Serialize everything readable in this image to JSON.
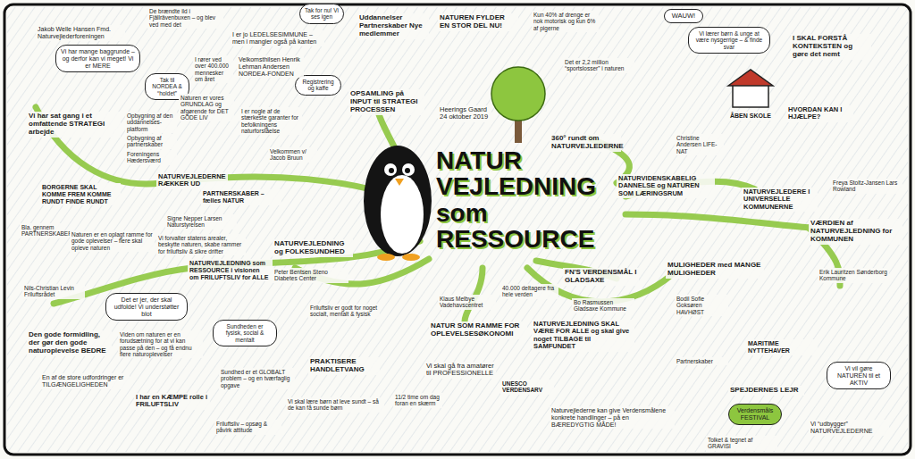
{
  "diagram": {
    "title": "NATUR VEJLEDNING som RESSOURCE",
    "nodes": [
      {
        "text": [
          "Vi har mange baggrunde – og derfor kan vi meget! Vi er MERE"
        ]
      },
      {
        "text": [
          "Tak til NORDEA & “holdet”"
        ]
      },
      {
        "text": [
          "Tak for nu! Vi ses igen"
        ]
      },
      {
        "text": [
          "Registrering og kaffe"
        ]
      },
      {
        "text": [
          "WAUW!"
        ]
      },
      {
        "text": [
          "Vi lærer børn & unge at være nysgerrige – & finde svar"
        ]
      },
      {
        "text": [
          "Det er jer, der skal udfolde! Vi understøtter blot"
        ]
      },
      {
        "text": [
          "Sundheden er fysisk, social & mentalt"
        ]
      },
      {
        "text": [
          "Vi vil gøre NATUREN til et AKTIV"
        ]
      },
      {
        "text": [
          "Verdensmåls FESTIVAL"
        ]
      }
    ],
    "labels": [
      "Jakob Welle Hansen Fmd. Naturvejlederforeningen",
      "Vi har sat gang i et omfattende STRATEGI arbejde",
      "Opbygning af den uddannelses-platform",
      "Opbygning af partnerskaber",
      "Foreningens Hædersværd",
      "NATURVEJLEDERNE RÆKKER UD",
      "De brændte ild i Fjällrävenbuxen – og blev ved med det",
      "I er jo LEDELSESIMMUNE – men i mangler også på kanten",
      "I rører ved over 400.000 mennesker om året",
      "Velkomsthilsen Henrik Lehman Andersen NORDEA-FONDEN",
      "Naturen er vores GRUNDLAG og afgørende for DET GODE LIV",
      "I er nogle af de stærkeste garanter for befolkningens naturforståelse",
      "Velkommen v/ Jacob Bruun",
      "Uddannelser Partnerskaber Nye medlemmer",
      "OPSAMLING på INPUT til STRATEGI PROCESSEN",
      "NATUREN FYLDER EN STOR DEL NU!",
      "Heerings Gaard 24 oktober 2019",
      "Kun 40% af drenge er nok motorisk og kun 6% af pigerne",
      "Det er 2,2 million “sportslosser” i naturen",
      "360° rundt om NATURVEJLEDERNE",
      "NATURVIDENSKABELIG DANNELSE og NATUREN SOM LÆRINGSRUM",
      "Christine Andersen LIFE-NAT",
      "I SKAL FORSTÅ KONTEKSTEN og gøre det nemt",
      "ÅBEN SKOLE",
      "HVORDAN KAN I HJÆLPE?",
      "NATURVEJLEDERE I UNIVERSELLE KOMMUNERNE",
      "Freya Stoltz-Jansen Lars Rowland",
      "VÆRDIEN af NATURVEJLEDNING for KOMMUNEN",
      "Erik Lauritzen Sønderborg Kommune",
      "Vi “udbygger” NATURVEJLEDERNE",
      "Tolket & tegnet af GRAVISI",
      "SPEJDERNES LEJR",
      "MARITIME NYTTEHAVER",
      "MULIGHEDER med MANGE MULIGHEDER",
      "Bodil Sofie Goksøren HAVHØST",
      "Partnerskaber",
      "FN'S VERDENSMÅL I GLADSAXE",
      "Bo Rasmussen Gladsaxe Kommune",
      "NATURVEJLEDNING SKAL VÆRE FOR ALLE og skal give noget TILBAGE til SAMFUNDET",
      "Naturvejlederne kan give Verdensmålene konkrete handlinger – på en BÆREDYGTIG MÅDE!",
      "Klaus Melbye Vadehavscentret",
      "NATUR SOM RAMME FOR OPLEVELSESØKONOMI",
      "40.000 deltagere fra hele verden",
      "UNESCO VERDENSARV",
      "Vi skal gå fra amatører til PROFESSIONELLE",
      "NATURVEJLEDNING og FOLKESUNDHED",
      "Peter Bentsen Steno Diabetes Center",
      "Sundhed er et GLOBALT problem – og en tværfaglig opgave",
      "Friluftsliv er godt for noget socialt, mentalt & fysisk",
      "PRAKTISERE HANDLETVANG",
      "Friluftsliv – opsøg & påvirk attitude",
      "Vi skal lære børn at leve sundt – så de kan få sunde børn",
      "11/2 time om dag foran en skærm",
      "Signe Nepper Larsen Naturstyrelsen",
      "PARTNERSKABER – fælles NATUR",
      "Vi forvalter statens arealer, beskytte naturen, skabe rammer for friluftsliv & sikre drifter",
      "BORGERNE SKAL KOMME FREM KOMME RUNDT FINDE RUNDT",
      "Bla. gennem PARTNERSKABER",
      "Naturen er en oplagt ramme for gode oplevelser – flere skal opleve naturen",
      "NATURVEJLEDNING som RESSOURCE i visionen om FRILUFTSLIV for ALLE",
      "Nils-Christian Levin Friluftsrådet",
      "Den gode formidling, der gør den gode naturoplevelse BEDRE",
      "Viden om naturen er en forudsætning for at vi kan passe på den – og få endnu flere naturoplevelser",
      "En af de store udfordringer er TILGÆNGELIGHEDEN",
      "I har en KÆMPE rolle i FRILUFTSLIV"
    ]
  }
}
